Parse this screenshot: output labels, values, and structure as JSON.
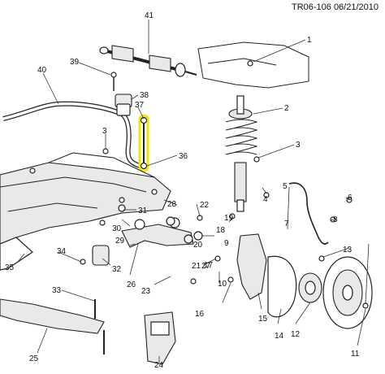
{
  "header": {
    "code": "TR06-106 06/21/2010"
  },
  "callouts": {
    "c1": "1",
    "c2": "2",
    "c3a": "3",
    "c3b": "3",
    "c4": "4",
    "c5": "5",
    "c6": "6",
    "c7": "7",
    "c8": "8",
    "c9": "9",
    "c10": "10",
    "c11": "11",
    "c12": "12",
    "c13": "13",
    "c14": "14",
    "c15": "15",
    "c16": "16",
    "c17": "17",
    "c18": "18",
    "c19": "19",
    "c20": "20",
    "c21": "21",
    "c22": "22",
    "c23": "23",
    "c24": "24",
    "c25": "25",
    "c26": "26",
    "c27": "27",
    "c28": "28",
    "c29": "29",
    "c30": "30",
    "c31": "31",
    "c32": "32",
    "c33": "33",
    "c34": "34",
    "c35": "35",
    "c36": "36",
    "c37": "37",
    "c38": "38",
    "c39": "39",
    "c40": "40",
    "c41": "41"
  },
  "highlight": {
    "color": "#f5e400",
    "part": "stabilizer-link"
  }
}
